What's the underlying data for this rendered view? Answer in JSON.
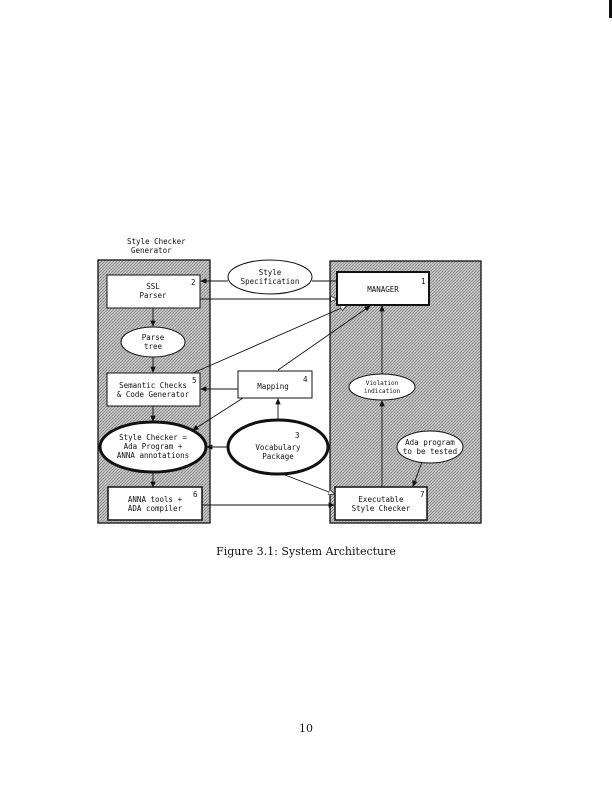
{
  "figure": {
    "group_title": [
      "Style Checker",
      "Generator"
    ],
    "nodes": {
      "manager": {
        "label": [
          "MANAGER"
        ],
        "num": "1"
      },
      "ssl_parser": {
        "label": [
          "SSL",
          "Parser"
        ],
        "num": "2"
      },
      "vocabulary": {
        "label": [
          "Vocabulary",
          "Package"
        ],
        "num": "3"
      },
      "mapping": {
        "label": [
          "Mapping"
        ],
        "num": "4"
      },
      "semantic": {
        "label": [
          "Semantic Checks",
          "& Code Generator"
        ],
        "num": "5"
      },
      "anna_tools": {
        "label": [
          "ANNA tools +",
          "ADA compiler"
        ],
        "num": "6"
      },
      "executable": {
        "label": [
          "Executable",
          "Style Checker"
        ],
        "num": "7"
      },
      "style_spec": {
        "label": [
          "Style",
          "Specification"
        ]
      },
      "parse_tree": {
        "label": [
          "Parse",
          "tree"
        ]
      },
      "style_checker": {
        "label": [
          "Style Checker =",
          "Ada Program +",
          "ANNA annotations"
        ]
      },
      "violation": {
        "label": [
          "Violation",
          "indication"
        ]
      },
      "ada_program": {
        "label": [
          "Ada  program",
          "to be tested"
        ]
      }
    },
    "caption": "Figure 3.1: System Architecture"
  },
  "page_number": "10"
}
